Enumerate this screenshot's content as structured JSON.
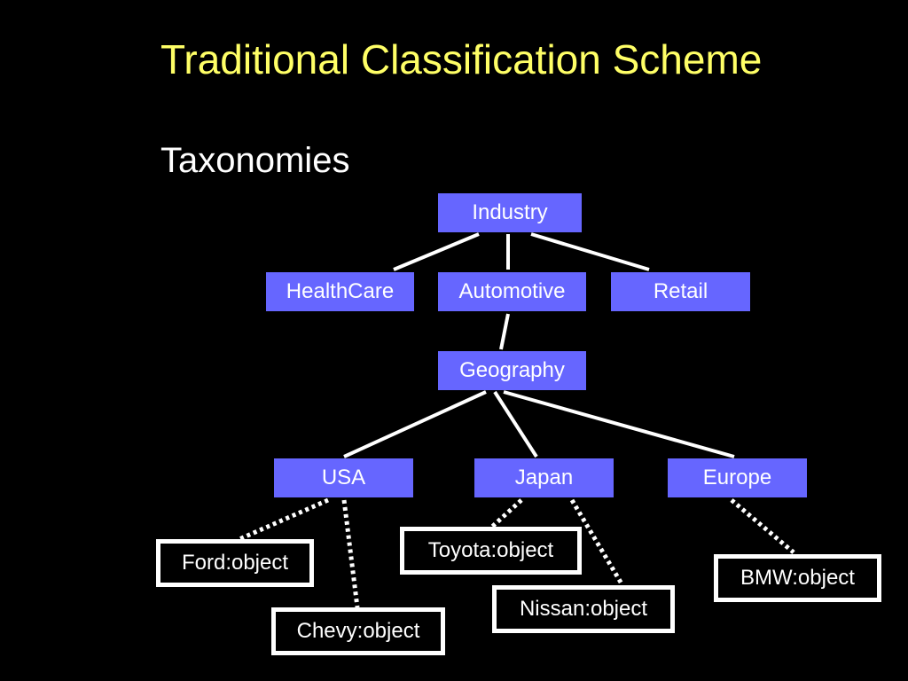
{
  "slide": {
    "title": "Traditional Classification Scheme",
    "subtitle": "Taxonomies"
  },
  "colors": {
    "background": "#000000",
    "title": "#ffff66",
    "node_fill": "#6666ff",
    "text": "#ffffff",
    "link": "#ffffff"
  },
  "nodes": {
    "industry": "Industry",
    "healthcare": "HealthCare",
    "automotive": "Automotive",
    "retail": "Retail",
    "geography": "Geography",
    "usa": "USA",
    "japan": "Japan",
    "europe": "Europe"
  },
  "objects": {
    "ford": "Ford:object",
    "chevy": "Chevy:object",
    "toyota": "Toyota:object",
    "nissan": "Nissan:object",
    "bmw": "BMW:object"
  }
}
